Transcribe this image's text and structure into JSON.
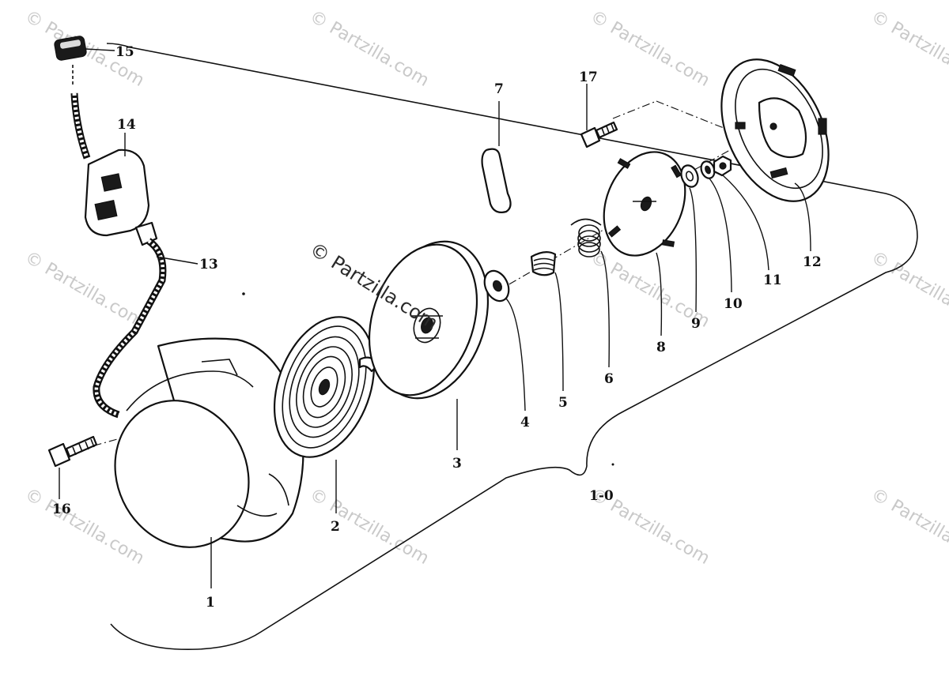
{
  "diagram": {
    "callouts": [
      {
        "id": "1",
        "label": "1"
      },
      {
        "id": "2",
        "label": "2"
      },
      {
        "id": "3",
        "label": "3"
      },
      {
        "id": "4",
        "label": "4"
      },
      {
        "id": "5",
        "label": "5"
      },
      {
        "id": "6",
        "label": "6"
      },
      {
        "id": "7",
        "label": "7"
      },
      {
        "id": "8",
        "label": "8"
      },
      {
        "id": "9",
        "label": "9"
      },
      {
        "id": "10",
        "label": "10"
      },
      {
        "id": "11",
        "label": "11"
      },
      {
        "id": "12",
        "label": "12"
      },
      {
        "id": "13",
        "label": "13"
      },
      {
        "id": "14",
        "label": "14"
      },
      {
        "id": "15",
        "label": "15"
      },
      {
        "id": "16",
        "label": "16"
      },
      {
        "id": "17",
        "label": "17"
      }
    ],
    "assembly_label": "1-0",
    "watermark_main": "© Partzilla.com",
    "watermark_tile": "© Partzilla.com"
  }
}
